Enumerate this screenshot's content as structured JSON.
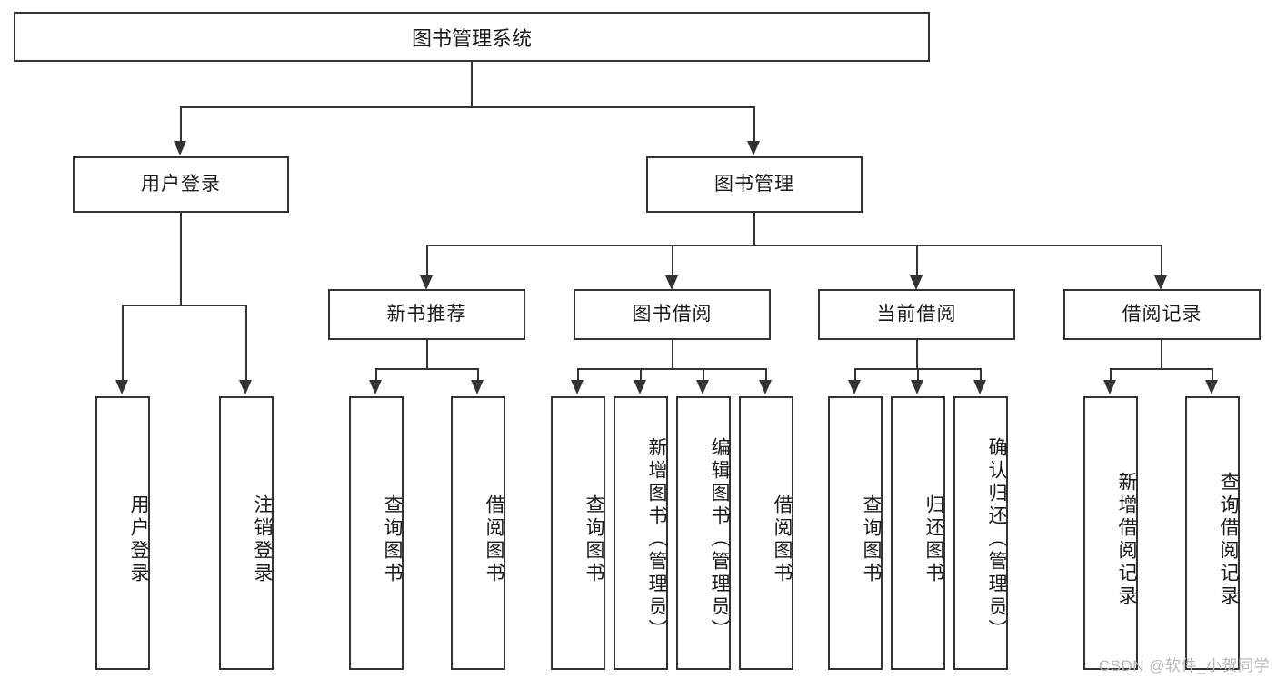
{
  "diagram": {
    "title": "图书管理系统",
    "watermark": "CSDN @软件_小贺同学",
    "line_color": "#333333",
    "box_fill": "#ffffff",
    "text_color": "#1a1a1a",
    "levels": {
      "root": "图书管理系统",
      "level2": [
        "用户登录",
        "图书管理"
      ],
      "level3": [
        "新书推荐",
        "图书借阅",
        "当前借阅",
        "借阅记录"
      ]
    },
    "nodes": {
      "root": {
        "label": "图书管理系统"
      },
      "user_login": {
        "label": "用户登录"
      },
      "book_manage": {
        "label": "图书管理"
      },
      "new_book_rec": {
        "label": "新书推荐"
      },
      "book_borrow": {
        "label": "图书借阅"
      },
      "current_borrow": {
        "label": "当前借阅"
      },
      "borrow_record": {
        "label": "借阅记录"
      }
    },
    "leaves": {
      "user_login": [
        {
          "label": "用户登录"
        },
        {
          "label": "注销登录"
        }
      ],
      "new_book_rec": [
        {
          "label": "查询图书"
        },
        {
          "label": "借阅图书"
        }
      ],
      "book_borrow": [
        {
          "label": "查询图书"
        },
        {
          "label": "新增图书（管理员）"
        },
        {
          "label": "编辑图书（管理员）"
        },
        {
          "label": "借阅图书"
        }
      ],
      "current_borrow": [
        {
          "label": "查询图书"
        },
        {
          "label": "归还图书"
        },
        {
          "label": "确认归还（管理员）"
        }
      ],
      "borrow_record": [
        {
          "label": "新增借阅记录"
        },
        {
          "label": "查询借阅记录"
        }
      ]
    }
  }
}
